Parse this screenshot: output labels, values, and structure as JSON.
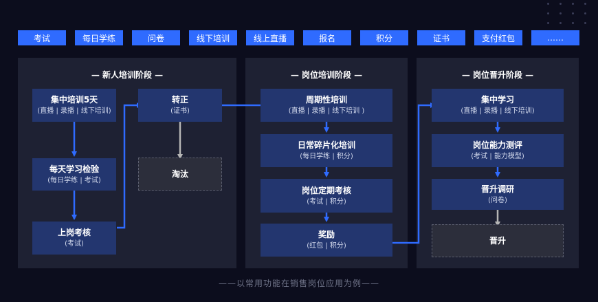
{
  "tags": [
    "考试",
    "每日学练",
    "问卷",
    "线下培训",
    "线上直播",
    "报名",
    "积分",
    "证书",
    "支付红包",
    "……"
  ],
  "phases": [
    {
      "title": "— 新人培训阶段 —"
    },
    {
      "title": "— 岗位培训阶段 —"
    },
    {
      "title": "— 岗位晋升阶段 —"
    }
  ],
  "nodes": {
    "n1": {
      "title": "集中培训5天",
      "sub": "(直播 | 录播 | 线下培训)"
    },
    "n2": {
      "title": "每天学习检验",
      "sub": "(每日学练 | 考试)"
    },
    "n3": {
      "title": "上岗考核",
      "sub": "(考试)"
    },
    "n4": {
      "title": "转正",
      "sub": "(证书)"
    },
    "n5": {
      "title": "淘汰"
    },
    "p1": {
      "title": "周期性培训",
      "sub": "(直播 | 录播 | 线下培训 )"
    },
    "p2": {
      "title": "日常碎片化培训",
      "sub": "(每日学练 | 积分)"
    },
    "p3": {
      "title": "岗位定期考核",
      "sub": "(考试 | 积分)"
    },
    "p4": {
      "title": "奖励",
      "sub": "(红包 | 积分)"
    },
    "q1": {
      "title": "集中学习",
      "sub": "(直播 | 录播 | 线下培训)"
    },
    "q2": {
      "title": "岗位能力测评",
      "sub": "(考试 | 能力模型)"
    },
    "q3": {
      "title": "晋升调研",
      "sub": "(问卷)"
    },
    "q4": {
      "title": "晋升"
    }
  },
  "caption": "——以常用功能在销售岗位应用为例——",
  "colors": {
    "accent": "#2f6bff",
    "box": "#23366f",
    "panel": "#1e2133",
    "background": "#0c0d1d",
    "muted_arrow": "#b5b5b5"
  }
}
